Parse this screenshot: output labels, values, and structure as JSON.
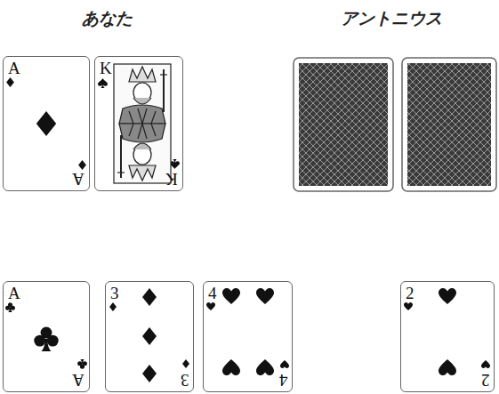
{
  "diagram": {
    "nodes": [
      {
        "text": [
          "A",
          "A"
        ]
      },
      {
        "text": [
          "K",
          "K"
        ]
      },
      {
        "text": [
          "A",
          "A"
        ]
      },
      {
        "text": [
          "3",
          "3"
        ]
      },
      {
        "text": [
          "4",
          "4"
        ]
      },
      {
        "text": [
          "2",
          "2"
        ]
      }
    ],
    "labels": [
      "あなた",
      "アントニウス"
    ]
  }
}
